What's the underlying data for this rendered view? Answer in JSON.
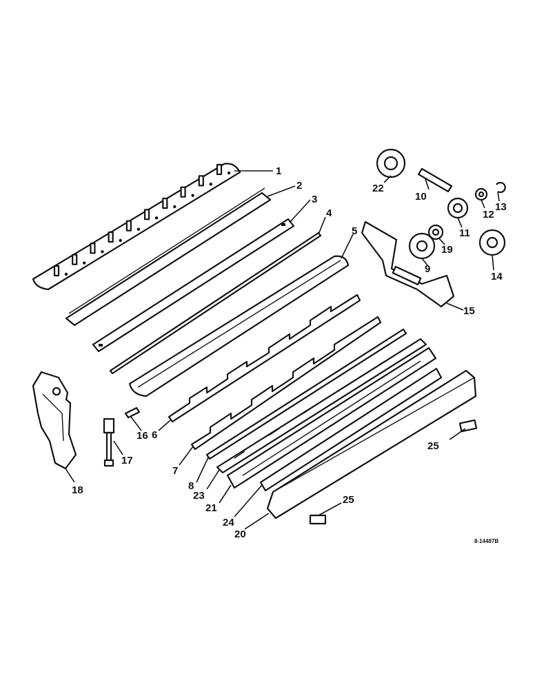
{
  "callouts": {
    "c1": "1",
    "c2": "2",
    "c3": "3",
    "c4": "4",
    "c5": "5",
    "c6": "6",
    "c7": "7",
    "c8": "8",
    "c9": "9",
    "c10": "10",
    "c11": "11",
    "c12": "12",
    "c13": "13",
    "c14": "14",
    "c15": "15",
    "c16": "16",
    "c17": "17",
    "c18": "18",
    "c19": "19",
    "c20": "20",
    "c21": "21",
    "c22": "22",
    "c23": "23",
    "c24": "24",
    "c25a": "25",
    "c25b": "25"
  },
  "figure_number": "8-14487B"
}
